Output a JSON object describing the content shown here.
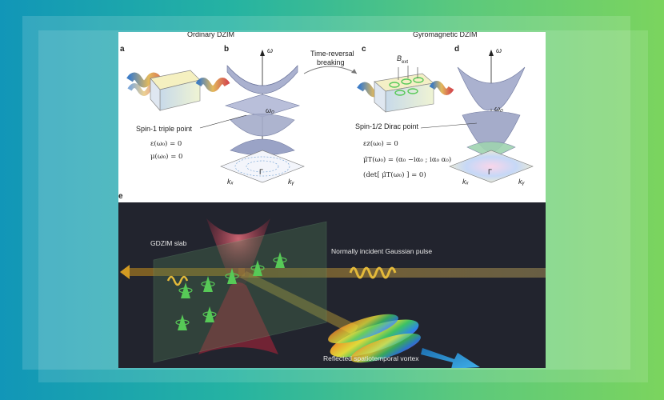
{
  "figure": {
    "headers": {
      "left": "Ordinary DZIM",
      "right": "Gyromagnetic DZIM"
    },
    "panels": {
      "a": "a",
      "b": "b",
      "c": "c",
      "d": "d",
      "e": "e"
    },
    "transition": {
      "line1": "Time-reversal",
      "line2": "breaking"
    },
    "axes": {
      "omega": "ω",
      "omega0": "ω₀",
      "gamma": "Γ",
      "kx": "kₓ",
      "ky": "kᵧ",
      "bext": "B",
      "bext_sub": "ext"
    },
    "left_text": {
      "point": "Spin-1 triple point",
      "eq1": "ε(ω₀) = 0",
      "eq2": "μ(ω₀) = 0"
    },
    "right_text": {
      "point": "Spin-1/2 Dirac point",
      "eq1": "εz(ω₀) = 0",
      "eq2": "μ̂T(ω₀) = (α₀  −iα₀ ; iα₀  α₀)",
      "eq3": "(det[ μ̂T(ω₀) ] = 0)"
    },
    "bottom": {
      "slab": "GDZIM slab",
      "incident": "Normally incident Gaussian pulse",
      "reflected": "Reflected spatiotemporal vortex"
    }
  },
  "colors": {
    "bg_left": "#1196b8",
    "bg_right": "#7bd45e",
    "cone": "#9aa3c6",
    "dark_panel": "#22242e",
    "spin_green": "#57c957"
  }
}
